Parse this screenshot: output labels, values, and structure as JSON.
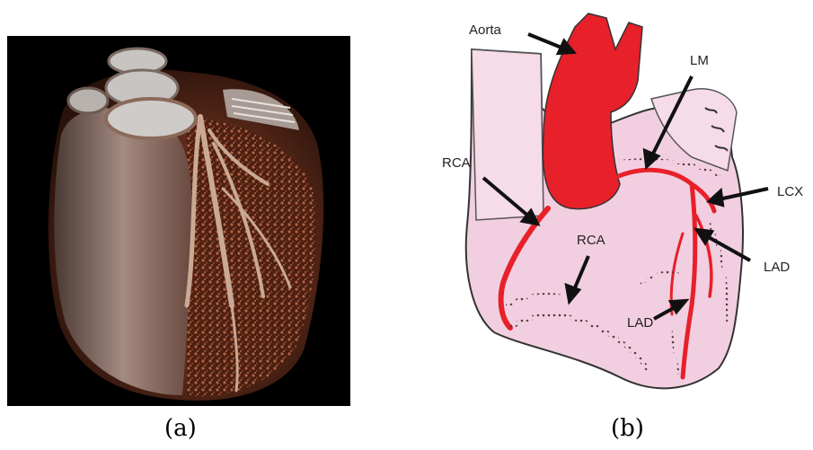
{
  "panels": {
    "a": {
      "caption": "(a)"
    },
    "b": {
      "caption": "(b)",
      "labels": {
        "aorta": "Aorta",
        "lm": "LM",
        "rca_upper": "RCA",
        "rca_lower": "RCA",
        "lcx": "LCX",
        "lad_right": "LAD",
        "lad_lower": "LAD"
      }
    }
  },
  "colors": {
    "artery": "#e8202a",
    "heart_fill": "#f2cfe0",
    "background_a": "#000000"
  }
}
